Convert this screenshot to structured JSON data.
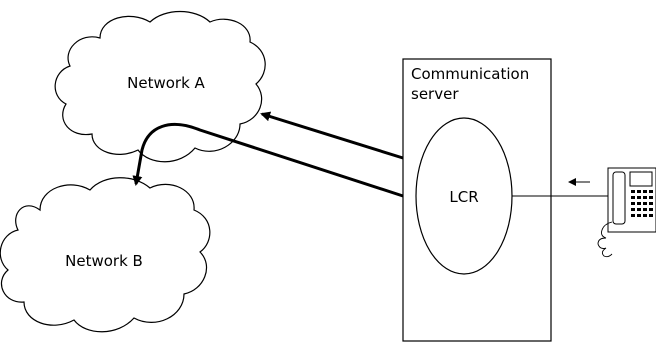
{
  "diagram": {
    "network_a": {
      "label": "Network A"
    },
    "network_b": {
      "label": "Network B"
    },
    "server": {
      "label_line1": "Communication",
      "label_line2": "server"
    },
    "lcr": {
      "label": "LCR"
    },
    "phone": {
      "icon": "desk-telephone-icon"
    },
    "colors": {
      "stroke": "#000000",
      "fill": "#ffffff"
    }
  }
}
